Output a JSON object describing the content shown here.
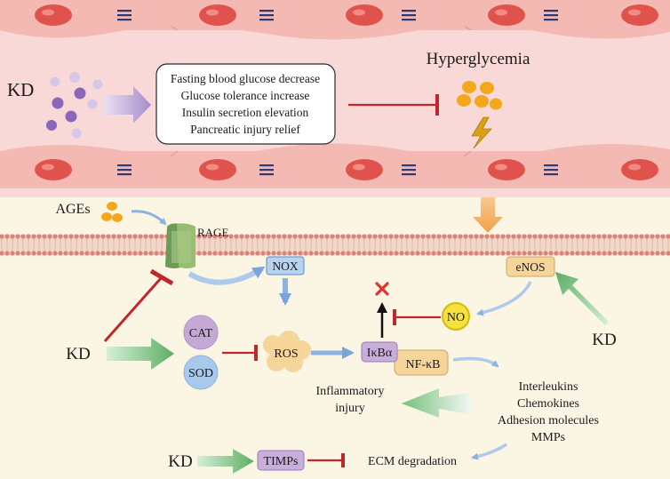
{
  "vessel": {
    "kd_label": "KD",
    "effects": [
      "Fasting blood glucose decrease",
      "Glucose tolerance increase",
      "Insulin secretion elevation",
      "Pancreatic injury relief"
    ],
    "hyperglycemia_label": "Hyperglycemia"
  },
  "cell": {
    "ages_label": "AGEs",
    "rage_label": "RAGE",
    "nox_label": "NOX",
    "enos_label": "eNOS",
    "no_label": "NO",
    "cat_label": "CAT",
    "sod_label": "SOD",
    "ros_label": "ROS",
    "ikba_label": "IκBα",
    "nfkb_label": "NF-κB",
    "kd_left_label": "KD",
    "kd_right_label": "KD",
    "kd_bottom_label": "KD",
    "inflammatory_line1": "Inflammatory",
    "inflammatory_line2": "injury",
    "mediators": [
      "Interleukins",
      "Chemokines",
      "Adhesion molecules",
      "MMPs"
    ],
    "timps_label": "TIMPs",
    "ecm_label": "ECM degradation"
  },
  "colors": {
    "vessel_bg": "#f9d9d7",
    "endothelial_cell": "#f4b9b3",
    "nucleus": "#e0534c",
    "cytoplasm_bg": "#fbf5e4",
    "membrane": "#d9847a",
    "inhibit_red": "#c0262a",
    "activate_blue": "#8fb3e0",
    "activate_green": "#62b46a",
    "glucose_orange": "#f3a81c",
    "kd_purple": "#8a67b8"
  }
}
